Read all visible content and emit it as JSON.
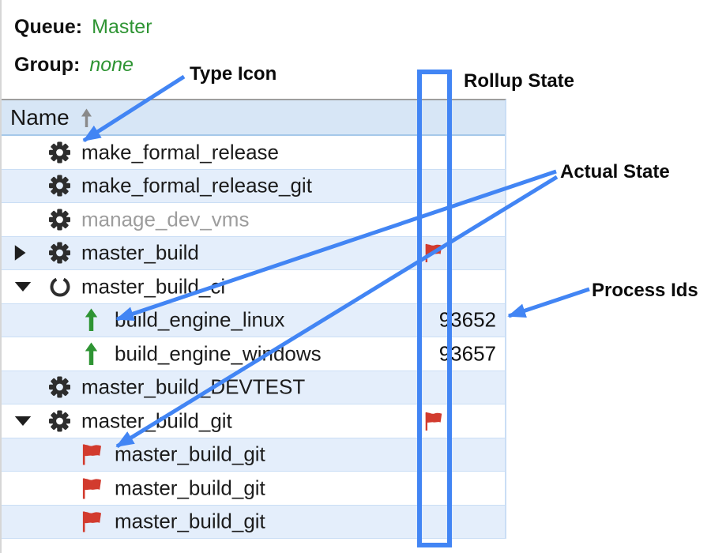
{
  "header": {
    "queue_label": "Queue:",
    "queue_value": "Master",
    "group_label": "Group:",
    "group_value": "none"
  },
  "annotations": {
    "type_icon": "Type Icon",
    "rollup_state": "Rollup State",
    "actual_state": "Actual State",
    "process_ids": "Process Ids"
  },
  "table": {
    "name_header": "Name",
    "sort_direction": "ascending",
    "sort_icon": "up-arrow-icon",
    "rows": [
      {
        "name": "make_formal_release",
        "type_icon": "gear",
        "indent": 0,
        "expander": "none",
        "rollup": "",
        "pid": "",
        "disabled": false,
        "shade": false
      },
      {
        "name": "make_formal_release_git",
        "type_icon": "gear",
        "indent": 0,
        "expander": "none",
        "rollup": "",
        "pid": "",
        "disabled": false,
        "shade": true
      },
      {
        "name": "manage_dev_vms",
        "type_icon": "gear",
        "indent": 0,
        "expander": "none",
        "rollup": "",
        "pid": "",
        "disabled": true,
        "shade": false
      },
      {
        "name": "master_build",
        "type_icon": "gear",
        "indent": 0,
        "expander": "collapsed",
        "rollup": "flag",
        "pid": "",
        "disabled": false,
        "shade": true
      },
      {
        "name": "master_build_ci",
        "type_icon": "circle",
        "indent": 0,
        "expander": "expanded",
        "rollup": "",
        "pid": "",
        "disabled": false,
        "shade": false
      },
      {
        "name": "build_engine_linux",
        "type_icon": "up-arrow",
        "indent": 1,
        "expander": "none",
        "rollup": "",
        "pid": "93652",
        "disabled": false,
        "shade": true
      },
      {
        "name": "build_engine_windows",
        "type_icon": "up-arrow",
        "indent": 1,
        "expander": "none",
        "rollup": "",
        "pid": "93657",
        "disabled": false,
        "shade": false
      },
      {
        "name": "master_build_DEVTEST",
        "type_icon": "gear",
        "indent": 0,
        "expander": "none",
        "rollup": "",
        "pid": "",
        "disabled": false,
        "shade": true
      },
      {
        "name": "master_build_git",
        "type_icon": "gear",
        "indent": 0,
        "expander": "expanded",
        "rollup": "flag",
        "pid": "",
        "disabled": false,
        "shade": false
      },
      {
        "name": "master_build_git",
        "type_icon": "flag",
        "indent": 1,
        "expander": "none",
        "rollup": "",
        "pid": "",
        "disabled": false,
        "shade": true
      },
      {
        "name": "master_build_git",
        "type_icon": "flag",
        "indent": 1,
        "expander": "none",
        "rollup": "",
        "pid": "",
        "disabled": false,
        "shade": false
      },
      {
        "name": "master_build_git",
        "type_icon": "flag",
        "indent": 1,
        "expander": "none",
        "rollup": "",
        "pid": "",
        "disabled": false,
        "shade": true
      }
    ]
  },
  "colors": {
    "annotation_blue": "#4285f4",
    "green": "#2e9433",
    "red": "#d23b2e",
    "icon_dark": "#2d2d2d",
    "disabled_text": "#9d9d9d",
    "header_bg": "#d7e6f6",
    "row_alt_bg": "#e4eefb",
    "row_border": "#cadef5",
    "table_top_border": "#9e9e9e",
    "sort_gray": "#8a8a8a"
  }
}
